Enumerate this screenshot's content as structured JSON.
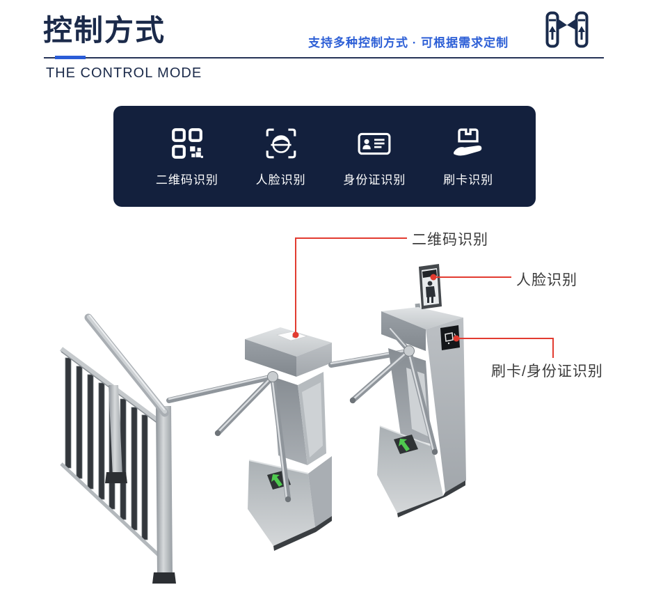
{
  "header": {
    "title": "控制方式",
    "subtitle_en": "THE CONTROL MODE",
    "tagline": "支持多种控制方式 · 可根据需求定制"
  },
  "banner": {
    "items": [
      {
        "icon": "qr-code-icon",
        "label": "二维码识别"
      },
      {
        "icon": "face-scan-icon",
        "label": "人脸识别"
      },
      {
        "icon": "id-card-icon",
        "label": "身份证识别"
      },
      {
        "icon": "card-swipe-icon",
        "label": "刷卡识别"
      }
    ]
  },
  "callouts": [
    {
      "target": "qr-scanner-panel",
      "label": "二维码识别"
    },
    {
      "target": "face-device",
      "label": "人脸识别"
    },
    {
      "target": "card-reader-panel",
      "label": "刷卡/身份证识别"
    }
  ],
  "colors": {
    "heading_navy": "#1b2a4a",
    "accent_blue": "#2a5cd7",
    "tagline_blue": "#2d5fd6",
    "banner_bg": "#13203d",
    "banner_text": "#ffffff",
    "callout_red": "#e23b30",
    "callout_text": "#3b3b3b",
    "indicator_green": "#4fca4f"
  }
}
